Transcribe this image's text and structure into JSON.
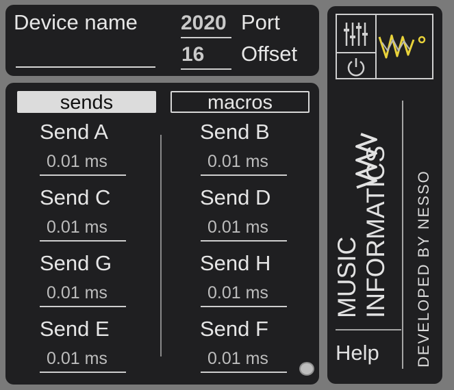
{
  "header": {
    "device_name_label": "Device name",
    "device_name_value": "",
    "port_value": "2020",
    "port_label": "Port",
    "offset_value": "16",
    "offset_label": "Offset"
  },
  "tabs": [
    {
      "label": "sends",
      "selected": true
    },
    {
      "label": "macros",
      "selected": false
    }
  ],
  "sends": [
    {
      "label": "Send A",
      "value": "0.01 ms"
    },
    {
      "label": "Send B",
      "value": "0.01 ms"
    },
    {
      "label": "Send C",
      "value": "0.01 ms"
    },
    {
      "label": "Send D",
      "value": "0.01 ms"
    },
    {
      "label": "Send G",
      "value": "0.01 ms"
    },
    {
      "label": "Send H",
      "value": "0.01 ms"
    },
    {
      "label": "Send E",
      "value": "0.01 ms"
    },
    {
      "label": "Send F",
      "value": "0.01 ms"
    }
  ],
  "sidebar": {
    "brand_line1": "MUSIC",
    "brand_line2": "INFORMATICS",
    "credit": "DEVELOPED BY NESSO",
    "help_label": "Help",
    "logo_icons": [
      "mixer-faders-icon",
      "power-icon",
      "waveform-icon"
    ]
  },
  "colors": {
    "panel_bg": "#1f1f21",
    "window_bg": "#7a7a7a",
    "accent_yellow": "#e8d23a",
    "text": "#e2e2e2",
    "tab_selected_bg": "#dcdcdc"
  }
}
